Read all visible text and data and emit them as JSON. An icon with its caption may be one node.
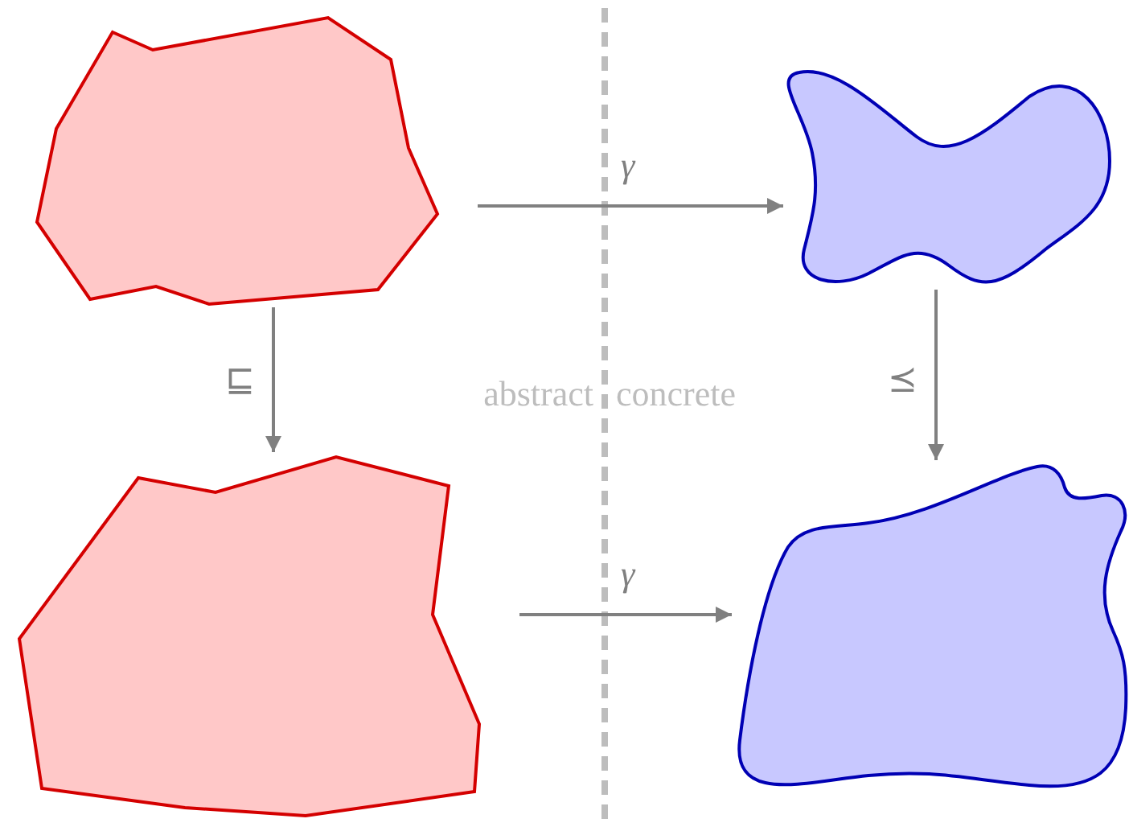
{
  "diagram": {
    "nodes": [
      {
        "text": [],
        "shape": "polygon"
      },
      {
        "text": [],
        "shape": "blob"
      },
      {
        "text": [],
        "shape": "polygon"
      },
      {
        "text": [],
        "shape": "blob"
      }
    ],
    "edges": [
      {
        "from": 0,
        "to": 1,
        "arrow": "to",
        "label": "γ"
      },
      {
        "from": 0,
        "to": 2,
        "arrow": "to",
        "label": "⊑"
      },
      {
        "from": 1,
        "to": 3,
        "arrow": "to",
        "label": "⪯"
      },
      {
        "from": 2,
        "to": 3,
        "arrow": "to",
        "label": "γ"
      }
    ],
    "labels": [
      "abstract",
      "concrete"
    ]
  }
}
